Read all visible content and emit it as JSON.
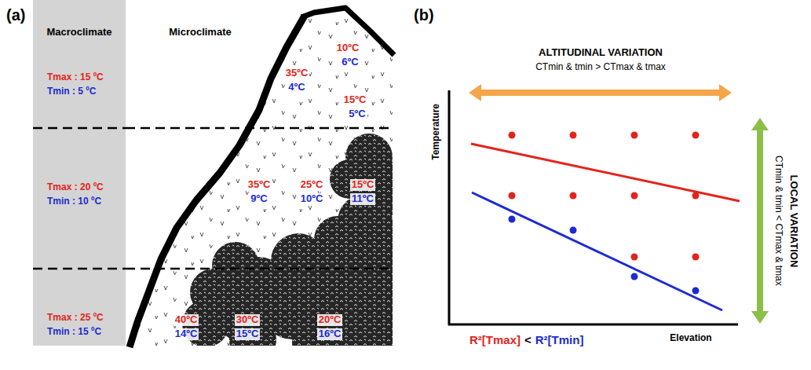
{
  "diagram": {
    "nodes": [
      {
        "text": [
          "Macroclimate",
          "Tmax : 15 ºC",
          "Tmin : 5 ºC",
          "Tmax : 20 ºC",
          "Tmin : 10 ºC",
          "Tmax : 25 ºC",
          "Tmin : 15 ºC"
        ]
      }
    ],
    "labels": [
      "(a)",
      "Microclimate",
      "10ºC",
      "6ºC",
      "35ºC",
      "4ºC",
      "15ºC",
      "5ºC",
      "35ºC",
      "9ºC",
      "25ºC",
      "10ºC",
      "15ºC",
      "11ºC",
      "40ºC",
      "14ºC",
      "30ºC",
      "15ºC",
      "20ºC",
      "16ºC",
      "(b)",
      "ALTITUDINAL VARIATION",
      "CTmin & tmin > CTmax & tmax",
      "Temperature",
      "Elevation",
      "LOCAL VARIATION",
      "CTmin & tmin < CTmax & tmax",
      "R²[Tmax]",
      "<",
      "R²[Tmin]"
    ]
  }
}
